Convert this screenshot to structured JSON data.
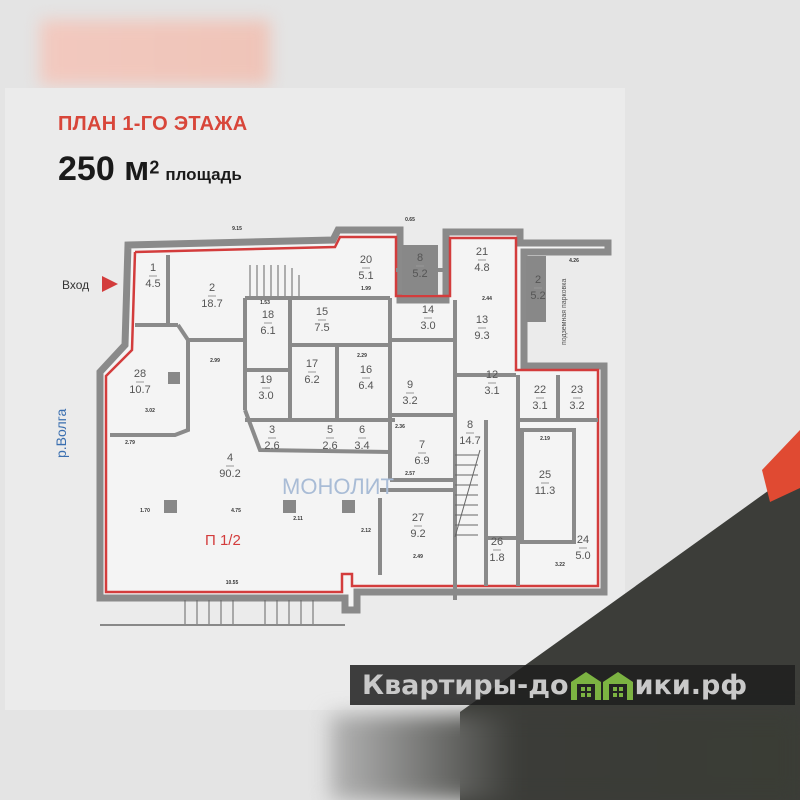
{
  "header": {
    "title": "ПЛАН 1-ГО ЭТАЖА",
    "area_value": "250 м",
    "area_sup": "2",
    "area_label": "площадь"
  },
  "plan": {
    "entrance_label": "Вход",
    "river_label": "р.Волга",
    "unit_label": "П 1/2",
    "parking_label": "подземная парковка",
    "watermark": "МОНОЛИТ",
    "rooms": [
      {
        "n": "1",
        "a": "4.5"
      },
      {
        "n": "2",
        "a": "18.7"
      },
      {
        "n": "20",
        "a": "5.1"
      },
      {
        "n": "8",
        "a": "5.2"
      },
      {
        "n": "21",
        "a": "4.8"
      },
      {
        "n": "2",
        "a": "5.2"
      },
      {
        "n": "15",
        "a": "7.5"
      },
      {
        "n": "18",
        "a": "6.1"
      },
      {
        "n": "14",
        "a": "3.0"
      },
      {
        "n": "13",
        "a": "9.3"
      },
      {
        "n": "17",
        "a": "6.2"
      },
      {
        "n": "16",
        "a": "6.4"
      },
      {
        "n": "19",
        "a": "3.0"
      },
      {
        "n": "28",
        "a": "10.7"
      },
      {
        "n": "9",
        "a": "3.2"
      },
      {
        "n": "12",
        "a": "3.1"
      },
      {
        "n": "22",
        "a": "3.1"
      },
      {
        "n": "23",
        "a": "3.2"
      },
      {
        "n": "3",
        "a": "2.6"
      },
      {
        "n": "5",
        "a": "2.6"
      },
      {
        "n": "6",
        "a": "3.4"
      },
      {
        "n": "8",
        "a": "14.7"
      },
      {
        "n": "7",
        "a": "6.9"
      },
      {
        "n": "4",
        "a": "90.2"
      },
      {
        "n": "25",
        "a": "11.3"
      },
      {
        "n": "27",
        "a": "9.2"
      },
      {
        "n": "26",
        "a": "1.8"
      },
      {
        "n": "24",
        "a": "5.0"
      }
    ],
    "dims": [
      "9.15",
      "0.65",
      "4.26",
      "2.99",
      "3.02",
      "2.79",
      "1.70",
      "4.75",
      "2.11",
      "2.12",
      "10.55",
      "2.49",
      "3.22",
      "2.19",
      "1.53",
      "2.29",
      "2.36",
      "2.57",
      "2.44",
      "1.99"
    ]
  },
  "logo": {
    "part1": "Квартиры-до",
    "part2": "ики.рф",
    "full": "Квартиры-домики.рф"
  },
  "colors": {
    "accent": "#d8463a",
    "wall": "#8a8a8a",
    "logo_green": "#7cb342",
    "dark": "#3a3b38"
  }
}
